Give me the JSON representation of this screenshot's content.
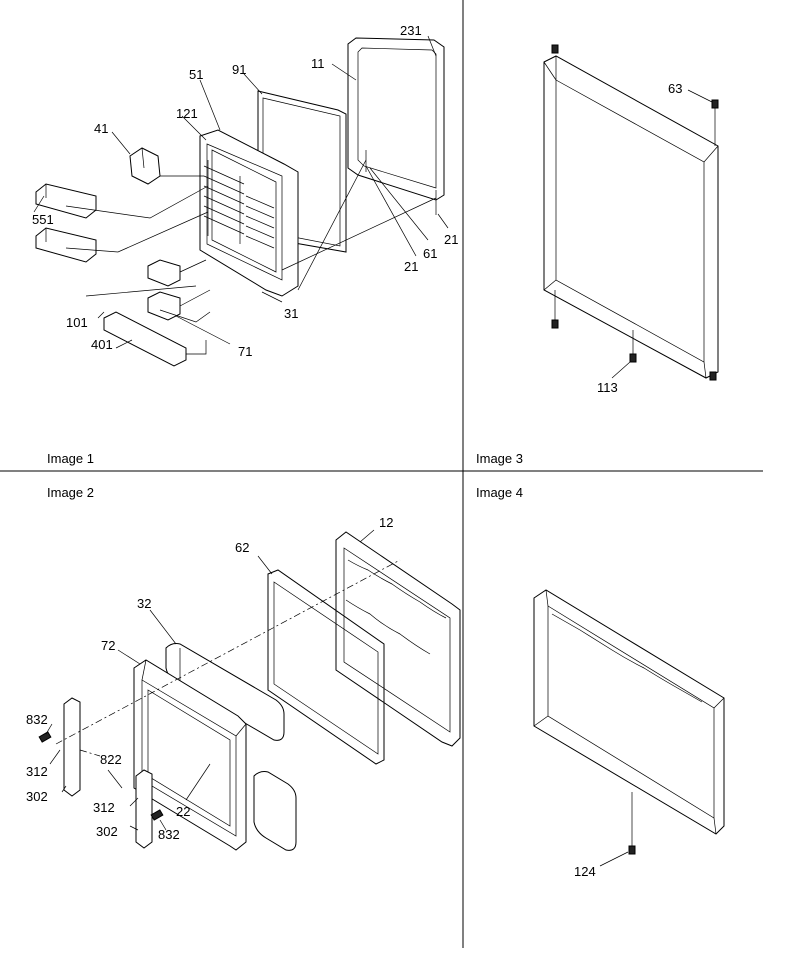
{
  "panels": {
    "p1": {
      "caption": "Image 1"
    },
    "p2": {
      "caption": "Image 2"
    },
    "p3": {
      "caption": "Image 3"
    },
    "p4": {
      "caption": "Image 4"
    }
  },
  "callouts": {
    "p1": [
      "231",
      "11",
      "91",
      "51",
      "121",
      "41",
      "551",
      "61",
      "21",
      "21",
      "31",
      "101",
      "401",
      "71"
    ],
    "p2": [
      "12",
      "62",
      "32",
      "72",
      "832",
      "312",
      "302",
      "822",
      "312",
      "302",
      "832",
      "22"
    ],
    "p3": [
      "63",
      "113"
    ],
    "p4": [
      "124"
    ]
  }
}
